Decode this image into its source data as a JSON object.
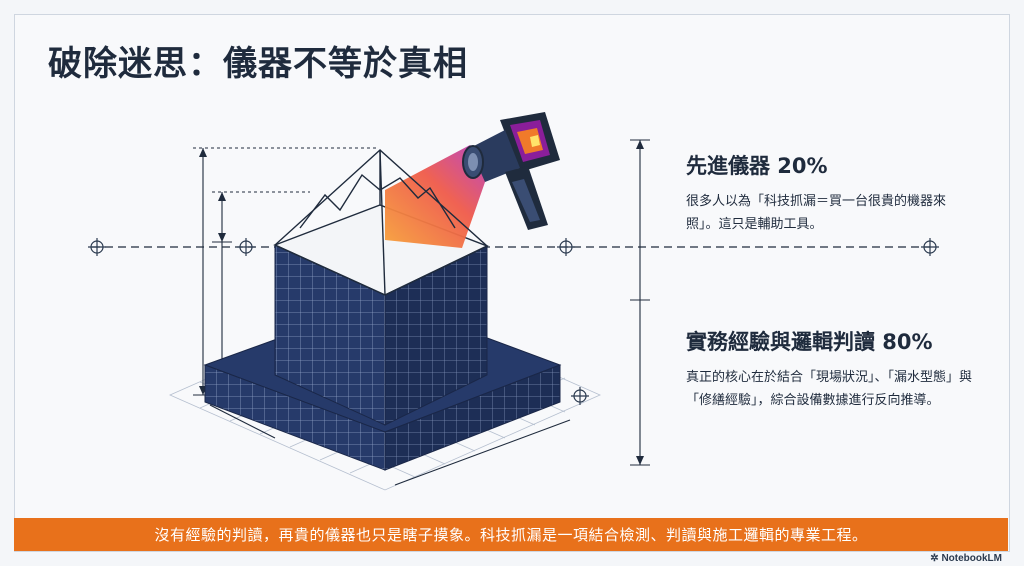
{
  "title": "破除迷思：儀器不等於真相",
  "section_instrument": {
    "heading": "先進儀器 20%",
    "body": "很多人以為「科技抓漏＝買一台很貴的機器來照」。這只是輔助工具。"
  },
  "section_experience": {
    "heading": "實務經驗與邏輯判讀 80%",
    "body": "真正的核心在於結合「現場狀況」、「漏水型態」與「修繕經驗」，綜合設備數據進行反向推導。"
  },
  "footer": {
    "text": "沒有經驗的判讀，再貴的儀器也只是瞎子摸象。科技抓漏是一項結合檢測、判讀與施工邏輯的專業工程。"
  },
  "watermark": "NotebookLM",
  "colors": {
    "title": "#1f2b3d",
    "block": "#263a6a",
    "grid_line": "#7f8fb0",
    "accent": "#e8711b",
    "camera_beam": "#f07a2a"
  },
  "icons": [
    "thermal-camera-icon",
    "crosshair-icon",
    "notebook-icon"
  ]
}
